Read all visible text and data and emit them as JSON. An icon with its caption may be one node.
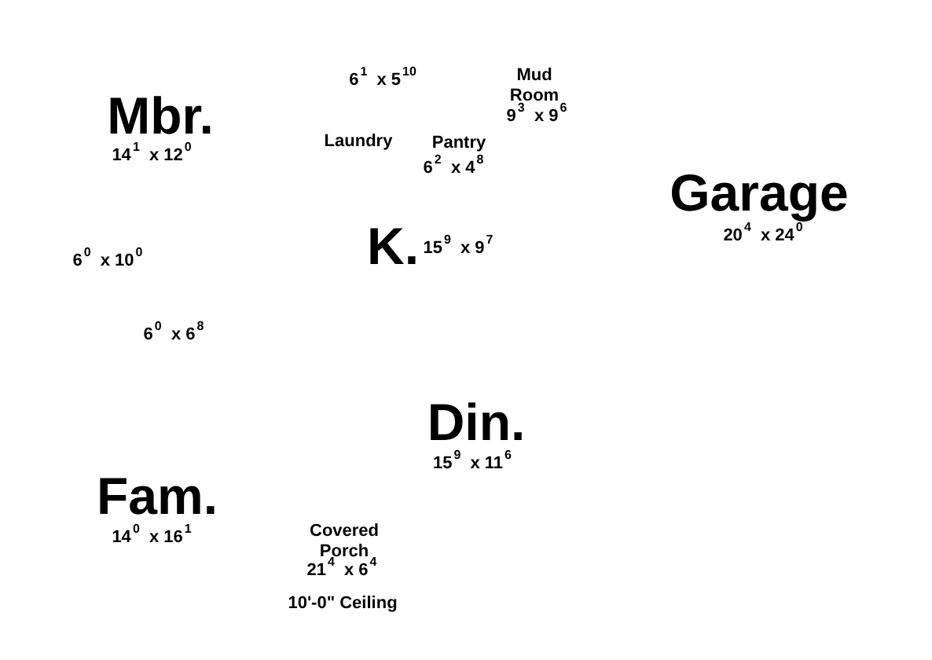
{
  "diagram": {
    "labels": [
      "6$^{1}$ x 5$^{10}$",
      "Mud Room",
      "Mbr.",
      "9$^{3}$ x 9$^{6}$",
      "Laundry",
      "Pantry",
      "14$^{1}$ x 12$^{0}$",
      "6$^{2}$ x 4$^{8}$",
      "Garage",
      "20$^{4}$ x 24$^{0}$",
      "K.",
      "15$^{9}$ x 9$^{7}$",
      "6$^{0}$ x 10$^{0}$",
      "6$^{0}$ x 6$^{8}$",
      "Din.",
      "15$^{9}$ x 11$^{6}$",
      "Fam.",
      "14$^{0}$ x 16$^{1}$",
      "Covered Porch",
      "21$^{4}$ x 6$^{4}$",
      "10'-0\" Ceiling"
    ]
  }
}
